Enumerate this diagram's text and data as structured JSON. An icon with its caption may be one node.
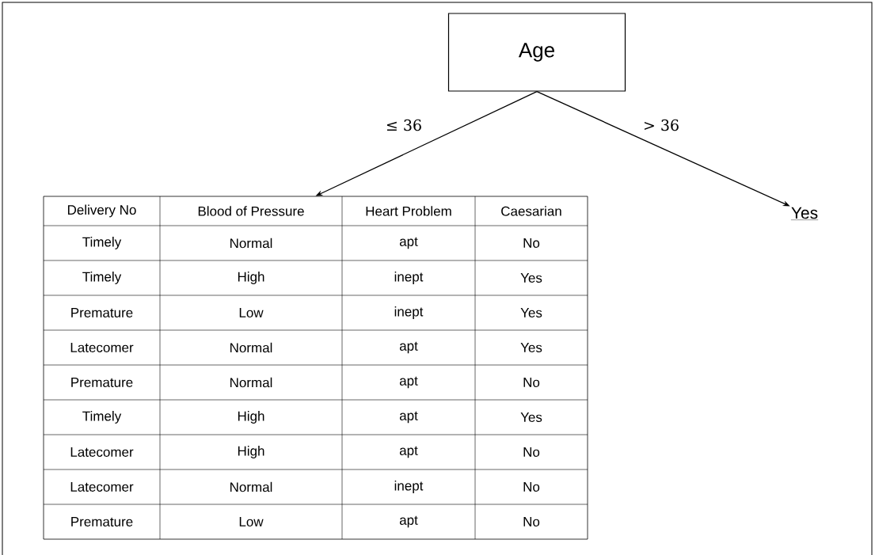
{
  "diagram": {
    "nodes": [
      {
        "text": [
          "Age"
        ]
      },
      {
        "text": [],
        "shape": "box"
      },
      {
        "text": [
          "Yes"
        ]
      }
    ],
    "edges": [
      {
        "from": 0,
        "to": 1,
        "arrow": "to",
        "label": "≤ 36"
      },
      {
        "from": 0,
        "to": 2,
        "arrow": "to",
        "label": "> 36"
      }
    ],
    "labels": [
      "Delivery No",
      "Blood of Pressure",
      "Heart Problem",
      "Caesarian",
      "Timely",
      "Normal",
      "apt",
      "No",
      "Timely",
      "High",
      "inept",
      "Yes",
      "Premature",
      "Low",
      "inept",
      "Yes",
      "Latecomer",
      "Normal",
      "apt",
      "Yes",
      "Premature",
      "Normal",
      "apt",
      "No",
      "Timely",
      "High",
      "apt",
      "Yes",
      "Latecomer",
      "High",
      "apt",
      "No",
      "Latecomer",
      "Normal",
      "inept",
      "No",
      "Premature",
      "Low",
      "apt",
      "No"
    ]
  }
}
